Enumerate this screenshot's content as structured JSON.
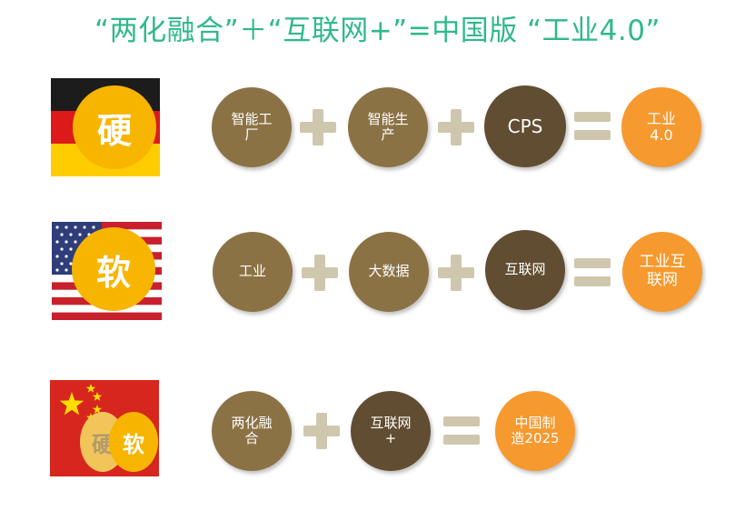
{
  "title": "“两化融合”＋“互联网+”=中国版 “工业4.0”",
  "colors": {
    "title": "#2fb98a",
    "light_brown": "#8b7245",
    "dark_brown": "#614d31",
    "orange": "#f6992e",
    "badge": "#f7b500",
    "operator": "#cfc7ad"
  },
  "rows": [
    {
      "country": "germany",
      "badge": "硬",
      "items": [
        "智能工厂",
        "智能生产",
        "CPS"
      ],
      "result": "工业4.0"
    },
    {
      "country": "usa",
      "badge": "软",
      "items": [
        "工业",
        "大数据",
        "互联网"
      ],
      "result": "工业互联网"
    },
    {
      "country": "china",
      "badge_hard": "硬",
      "badge_soft": "软",
      "items": [
        "两化融合",
        "互联网+"
      ],
      "result": "中国制造2025"
    }
  ]
}
